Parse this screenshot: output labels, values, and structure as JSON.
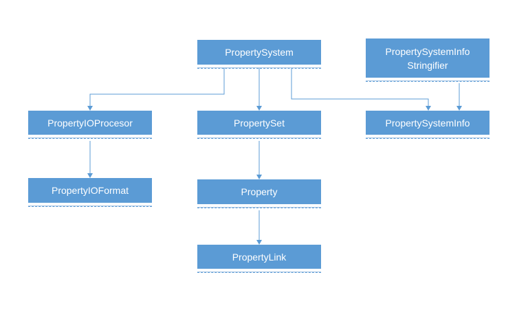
{
  "diagram": {
    "nodes": {
      "property_system": "PropertySystem",
      "property_system_info_stringifier": "PropertySystemInfo\nStringifier",
      "property_io_procesor": "PropertyIOProcesor",
      "property_set": "PropertySet",
      "property_system_info": "PropertySystemInfo",
      "property_io_format": "PropertyIOFormat",
      "property": "Property",
      "property_link": "PropertyLink"
    },
    "colors": {
      "node_fill": "#5b9bd5",
      "node_text": "#ffffff",
      "connector": "#5b9bd5"
    }
  }
}
